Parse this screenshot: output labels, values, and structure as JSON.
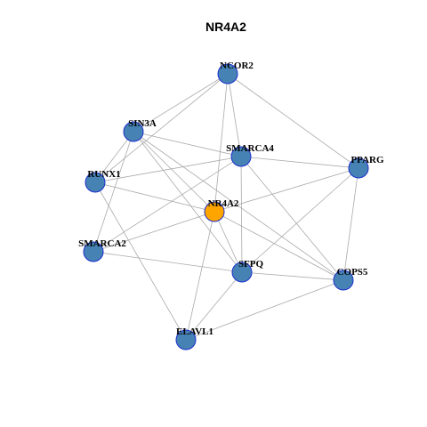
{
  "title": "NR4A2",
  "network": {
    "nodes": [
      {
        "id": "NCOR2",
        "label": "NCOR2",
        "color": "#4682B4"
      },
      {
        "id": "SIN3A",
        "label": "SIN3A",
        "color": "#4682B4"
      },
      {
        "id": "SMARCA4",
        "label": "SMARCA4",
        "color": "#4682B4"
      },
      {
        "id": "PPARG",
        "label": "PPARG",
        "color": "#4682B4"
      },
      {
        "id": "RUNX1",
        "label": "RUNX1",
        "color": "#4682B4"
      },
      {
        "id": "NR4A2",
        "label": "NR4A2",
        "color": "#FFA500"
      },
      {
        "id": "SMARCA2",
        "label": "SMARCA2",
        "color": "#4682B4"
      },
      {
        "id": "SFPQ",
        "label": "SFPQ",
        "color": "#4682B4"
      },
      {
        "id": "COPS5",
        "label": "COPS5",
        "color": "#4682B4"
      },
      {
        "id": "ELAVL1",
        "label": "ELAVL1",
        "color": "#4682B4"
      }
    ],
    "edges": [
      [
        "NCOR2",
        "SIN3A"
      ],
      [
        "NCOR2",
        "RUNX1"
      ],
      [
        "NCOR2",
        "SMARCA4"
      ],
      [
        "NCOR2",
        "NR4A2"
      ],
      [
        "NCOR2",
        "PPARG"
      ],
      [
        "SIN3A",
        "SMARCA4"
      ],
      [
        "SIN3A",
        "NR4A2"
      ],
      [
        "SIN3A",
        "SFPQ"
      ],
      [
        "SIN3A",
        "COPS5"
      ],
      [
        "SIN3A",
        "SMARCA2"
      ],
      [
        "SIN3A",
        "RUNX1"
      ],
      [
        "SMARCA4",
        "RUNX1"
      ],
      [
        "SMARCA4",
        "PPARG"
      ],
      [
        "SMARCA4",
        "SMARCA2"
      ],
      [
        "SMARCA4",
        "SFPQ"
      ],
      [
        "SMARCA4",
        "COPS5"
      ],
      [
        "RUNX1",
        "NR4A2"
      ],
      [
        "RUNX1",
        "ELAVL1"
      ],
      [
        "PPARG",
        "NR4A2"
      ],
      [
        "PPARG",
        "SFPQ"
      ],
      [
        "PPARG",
        "COPS5"
      ],
      [
        "NR4A2",
        "SMARCA2"
      ],
      [
        "NR4A2",
        "SFPQ"
      ],
      [
        "NR4A2",
        "COPS5"
      ],
      [
        "NR4A2",
        "ELAVL1"
      ],
      [
        "SMARCA2",
        "SFPQ"
      ],
      [
        "SFPQ",
        "COPS5"
      ],
      [
        "SFPQ",
        "ELAVL1"
      ],
      [
        "COPS5",
        "ELAVL1"
      ]
    ],
    "edge_color": "#AAAAAA",
    "node_border_color": "#1C2FCF"
  }
}
